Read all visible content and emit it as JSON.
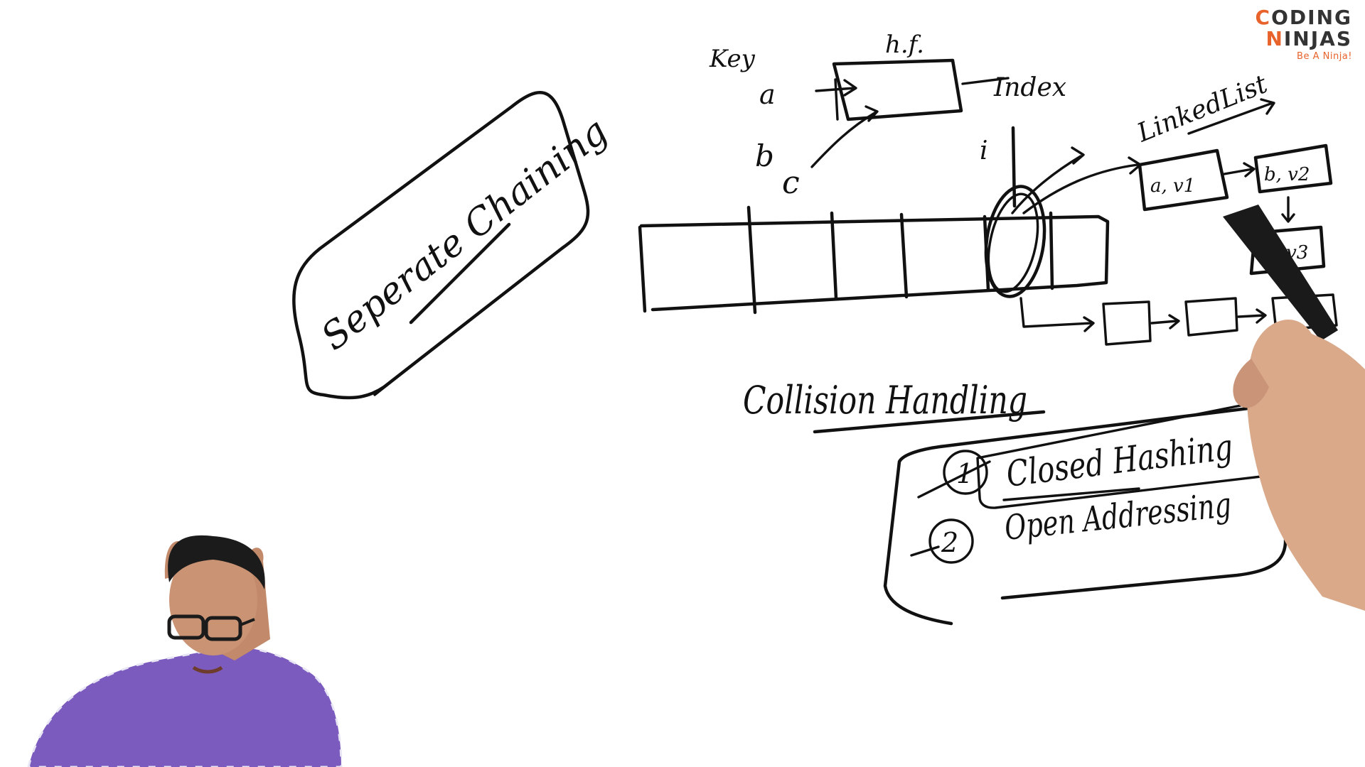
{
  "logo": {
    "line1_accent": "C",
    "line1_rest": "ODING",
    "line2_accent": "N",
    "line2_rest": "INJAS",
    "tagline": "Be A Ninja!",
    "accent_color": "#e8632c"
  },
  "whiteboard": {
    "label_key": "Key",
    "label_hf": "h.f.",
    "label_index": "Index",
    "label_a": "a",
    "label_b": "b",
    "label_c": "c",
    "label_i": "i",
    "label_linked_list": "LinkedList",
    "node1": "a, v1",
    "node2": "b, v2",
    "node3": "c, v3",
    "separate_chaining": "Seperate Chaining",
    "collision_handling": "Collision Handling",
    "item1_number": "1",
    "item1_text": "Closed Hashing",
    "item2_number": "2",
    "item2_text": "Open Addressing"
  }
}
